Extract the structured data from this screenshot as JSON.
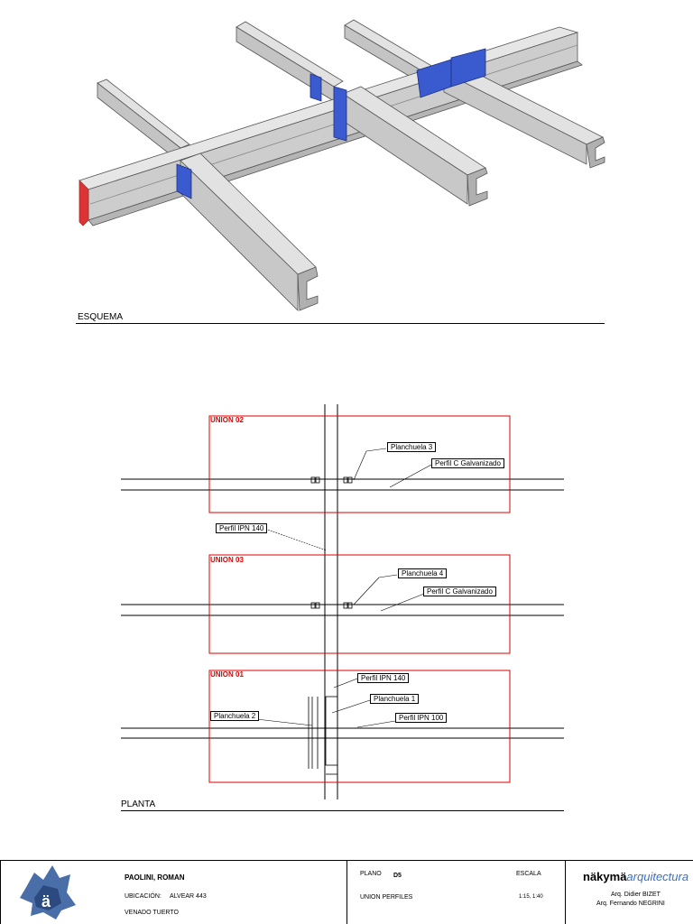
{
  "sections": {
    "schema": "ESQUEMA",
    "plan": "PLANTA"
  },
  "unions": [
    {
      "title": "UNION 02",
      "labels": [
        "Planchuela 3",
        "Perfil C Galvanizado"
      ]
    },
    {
      "title": "UNION 03",
      "labels": [
        "Planchuela 4",
        "Perfil C Galvanizado"
      ]
    },
    {
      "title": "UNION 01",
      "labels": [
        "Perfil IPN 140",
        "Planchuela 1",
        "Planchuela 2",
        "Perfil IPN 100"
      ]
    }
  ],
  "perfil_main": "Perfil IPN 140",
  "colors": {
    "steel": "#cfcfcf",
    "plate": "#3858c8",
    "frame": "#e00000"
  },
  "titleblock": {
    "client": "PAOLINI, ROMAN",
    "location_label": "UBICACIÓN:",
    "location": "ALVEAR 443",
    "city": "VENADO TUERTO",
    "plano_label": "PLANO",
    "plano": "D5",
    "sheet": "UNION PERFILES",
    "escala_label": "ESCALA",
    "escala": "1:15, 1:40",
    "brand_a": "näkymä",
    "brand_b": "arquitectura",
    "architect1": "Arq. Didier BIZET",
    "architect2": "Arq. Fernando NEGRINI"
  }
}
